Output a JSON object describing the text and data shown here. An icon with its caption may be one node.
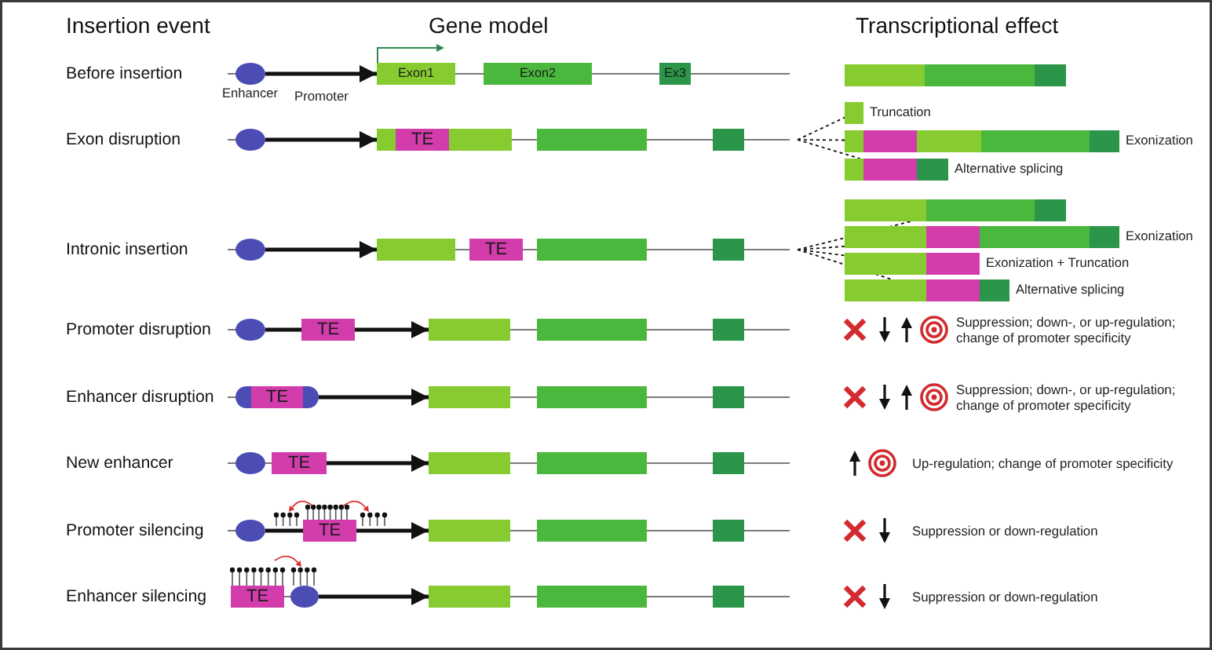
{
  "diagram": {
    "nodes": [
      {
        "text": [],
        "shape": "ellipse",
        "beside": [
          "Enhancer"
        ]
      },
      {
        "text": [
          "Exon1"
        ]
      },
      {
        "text": [
          "Exon2"
        ]
      },
      {
        "text": [
          "Ex3"
        ]
      },
      {
        "text": [],
        "shape": "bar"
      },
      {
        "text": [],
        "shape": "ellipse"
      },
      {
        "text": [],
        "shape": "box"
      },
      {
        "text": [
          "TE"
        ],
        "in": 6
      },
      {
        "text": [],
        "shape": "box"
      },
      {
        "text": [],
        "shape": "box"
      },
      {
        "text": [],
        "shape": "bar",
        "beside": [
          "Truncation"
        ]
      },
      {
        "text": [],
        "shape": "bar",
        "beside": [
          "Exonization"
        ]
      },
      {
        "text": [],
        "shape": "bar",
        "beside": [
          "Alternative splicing"
        ]
      },
      {
        "text": [],
        "shape": "ellipse"
      },
      {
        "text": [],
        "shape": "box"
      },
      {
        "text": [
          "TE"
        ]
      },
      {
        "text": [],
        "shape": "box"
      },
      {
        "text": [],
        "shape": "box"
      },
      {
        "text": [],
        "shape": "bar"
      },
      {
        "text": [],
        "shape": "bar",
        "beside": [
          "Exonization"
        ]
      },
      {
        "text": [],
        "shape": "bar",
        "beside": [
          "Exonization + Truncation"
        ]
      },
      {
        "text": [],
        "shape": "bar",
        "beside": [
          "Alternative splicing"
        ]
      },
      {
        "text": [],
        "shape": "ellipse"
      },
      {
        "text": [
          "TE"
        ]
      },
      {
        "text": [],
        "shape": "box"
      },
      {
        "text": [],
        "shape": "box"
      },
      {
        "text": [],
        "shape": "box"
      },
      {
        "text": [],
        "shape": "ellipse"
      },
      {
        "text": [
          "TE"
        ],
        "in": 27
      },
      {
        "text": [],
        "shape": "box"
      },
      {
        "text": [],
        "shape": "box"
      },
      {
        "text": [],
        "shape": "box"
      },
      {
        "text": [],
        "shape": "ellipse"
      },
      {
        "text": [
          "TE"
        ]
      },
      {
        "text": [],
        "shape": "box"
      },
      {
        "text": [],
        "shape": "box"
      },
      {
        "text": [],
        "shape": "box"
      },
      {
        "text": [],
        "shape": "ellipse"
      },
      {
        "text": [
          "TE"
        ]
      },
      {
        "text": [],
        "shape": "box"
      },
      {
        "text": [],
        "shape": "box"
      },
      {
        "text": [],
        "shape": "box"
      },
      {
        "text": [
          "TE"
        ]
      },
      {
        "text": [],
        "shape": "ellipse"
      },
      {
        "text": [],
        "shape": "box"
      },
      {
        "text": [],
        "shape": "box"
      },
      {
        "text": [],
        "shape": "box"
      }
    ],
    "edges": [
      {
        "from": 0,
        "to": 1,
        "arrow": "to",
        "label": "Promoter"
      },
      {
        "from": 5,
        "to": 6,
        "arrow": "to"
      },
      {
        "from": null,
        "to": 10,
        "arrow": "none",
        "style": "dashed"
      },
      {
        "from": null,
        "to": 11,
        "arrow": "none",
        "style": "dashed"
      },
      {
        "from": null,
        "to": 12,
        "arrow": "none",
        "style": "dashed"
      },
      {
        "from": 13,
        "to": 14,
        "arrow": "to"
      },
      {
        "from": null,
        "to": 18,
        "arrow": "none",
        "style": "dashed"
      },
      {
        "from": null,
        "to": 19,
        "arrow": "none",
        "style": "dashed"
      },
      {
        "from": null,
        "to": 20,
        "arrow": "none",
        "style": "dashed"
      },
      {
        "from": null,
        "to": 21,
        "arrow": "none",
        "style": "dashed"
      },
      {
        "from": 22,
        "to": 23,
        "arrow": "none"
      },
      {
        "from": 23,
        "to": 24,
        "arrow": "to"
      },
      {
        "from": 27,
        "to": 29,
        "arrow": "to"
      },
      {
        "from": 33,
        "to": 34,
        "arrow": "to"
      },
      {
        "from": 37,
        "to": 38,
        "arrow": "none"
      },
      {
        "from": 38,
        "to": 39,
        "arrow": "to"
      },
      {
        "from": 43,
        "to": 44,
        "arrow": "to"
      }
    ],
    "labels": [
      "Insertion event",
      "Gene model",
      "Transcriptional effect",
      "Before insertion",
      "Exon disruption",
      "Intronic insertion",
      "Promoter disruption",
      "Suppression; down-, or up-regulation; change of promoter specificity",
      "Enhancer disruption",
      "Suppression; down-, or up-regulation; change of promoter specificity",
      "New enhancer",
      "Up-regulation; change of promoter specificity",
      "Promoter silencing",
      "Suppression or down-regulation",
      "Enhancer silencing",
      "Suppression or down-regulation"
    ]
  }
}
